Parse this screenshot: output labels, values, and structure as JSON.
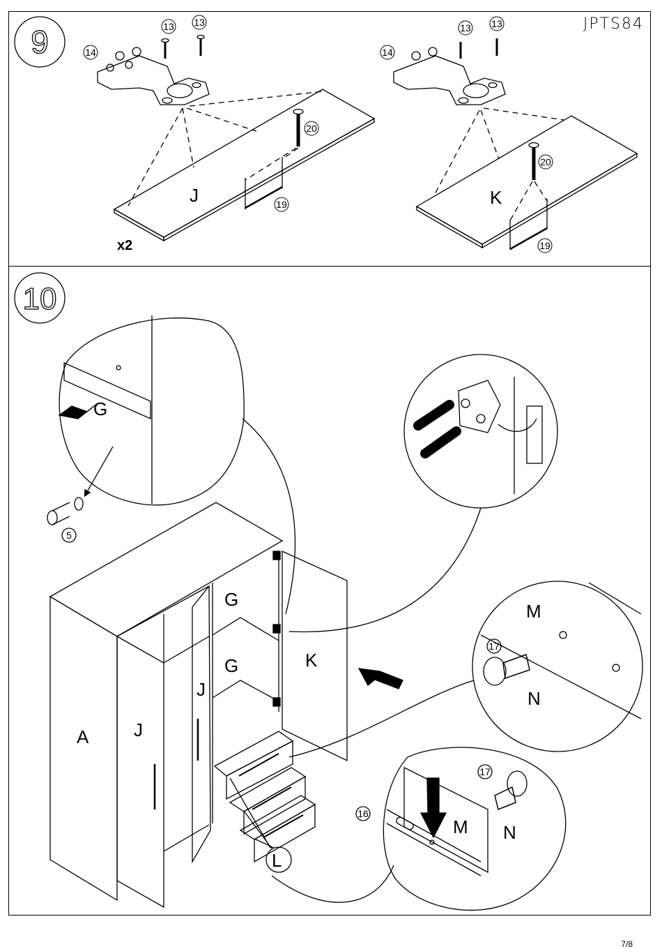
{
  "header": {
    "model": "JPTS84",
    "page": "7/8"
  },
  "steps": [
    {
      "number": "9"
    },
    {
      "number": "10"
    }
  ],
  "step9": {
    "panel_j": "J",
    "panel_k": "K",
    "multiplier": "x2",
    "parts": {
      "hinge": "14",
      "hinge_screw": "13",
      "handle_screw": "20",
      "handle": "19"
    }
  },
  "step10": {
    "panels": {
      "a": "A",
      "j_left": "J",
      "j_right": "J",
      "g_top": "G",
      "g_mid": "G",
      "k": "K",
      "l": "L"
    },
    "detail_shelf": {
      "label": "G",
      "part": "5"
    },
    "detail_drawer": {
      "m": "M",
      "n": "N",
      "part": "17"
    },
    "detail_slide": {
      "m": "M",
      "n": "N",
      "part_screw": "17",
      "part_slide": "16"
    }
  }
}
